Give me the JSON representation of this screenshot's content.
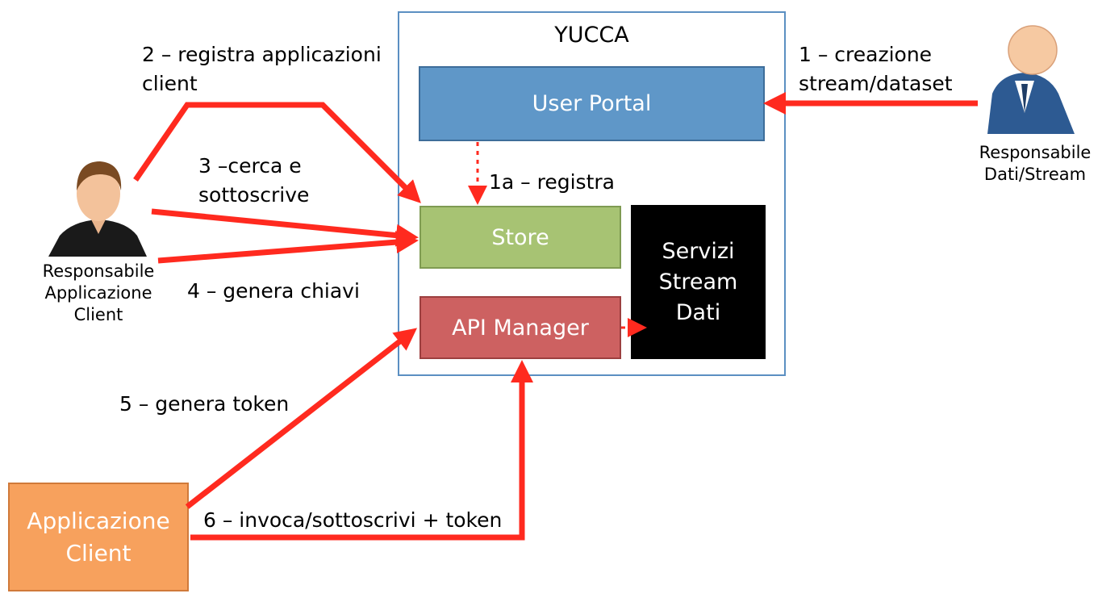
{
  "diagram": {
    "yucca_title": "YUCCA",
    "boxes": {
      "user_portal": "User Portal",
      "store": "Store",
      "api_manager": "API Manager",
      "servizi": "Servizi\nStream\nDati",
      "app_client": "Applicazione\nClient"
    },
    "actors": {
      "responsabile_dati": "Responsabile\nDati/Stream",
      "responsabile_app": "Responsabile\nApplicazione\nClient"
    },
    "steps": {
      "step1_line1": "1 – creazione",
      "step1_line2": "stream/dataset",
      "step1a": "1a – registra",
      "step2_line1": "2 – registra applicazioni",
      "step2_line2": "client",
      "step3_line1": "3 –cerca e",
      "step3_line2": "sottoscrive",
      "step4": "4 – genera chiavi",
      "step5": "5 – genera token",
      "step6": "6 – invoca/sottoscrivi + token"
    },
    "colors": {
      "arrow": "#ff2a1f",
      "user_portal": "#5f97c8",
      "store": "#a7c373",
      "api_manager": "#cd6161",
      "servizi": "#000000",
      "app_client": "#f7a15d",
      "frame": "#5b8fc2"
    }
  }
}
